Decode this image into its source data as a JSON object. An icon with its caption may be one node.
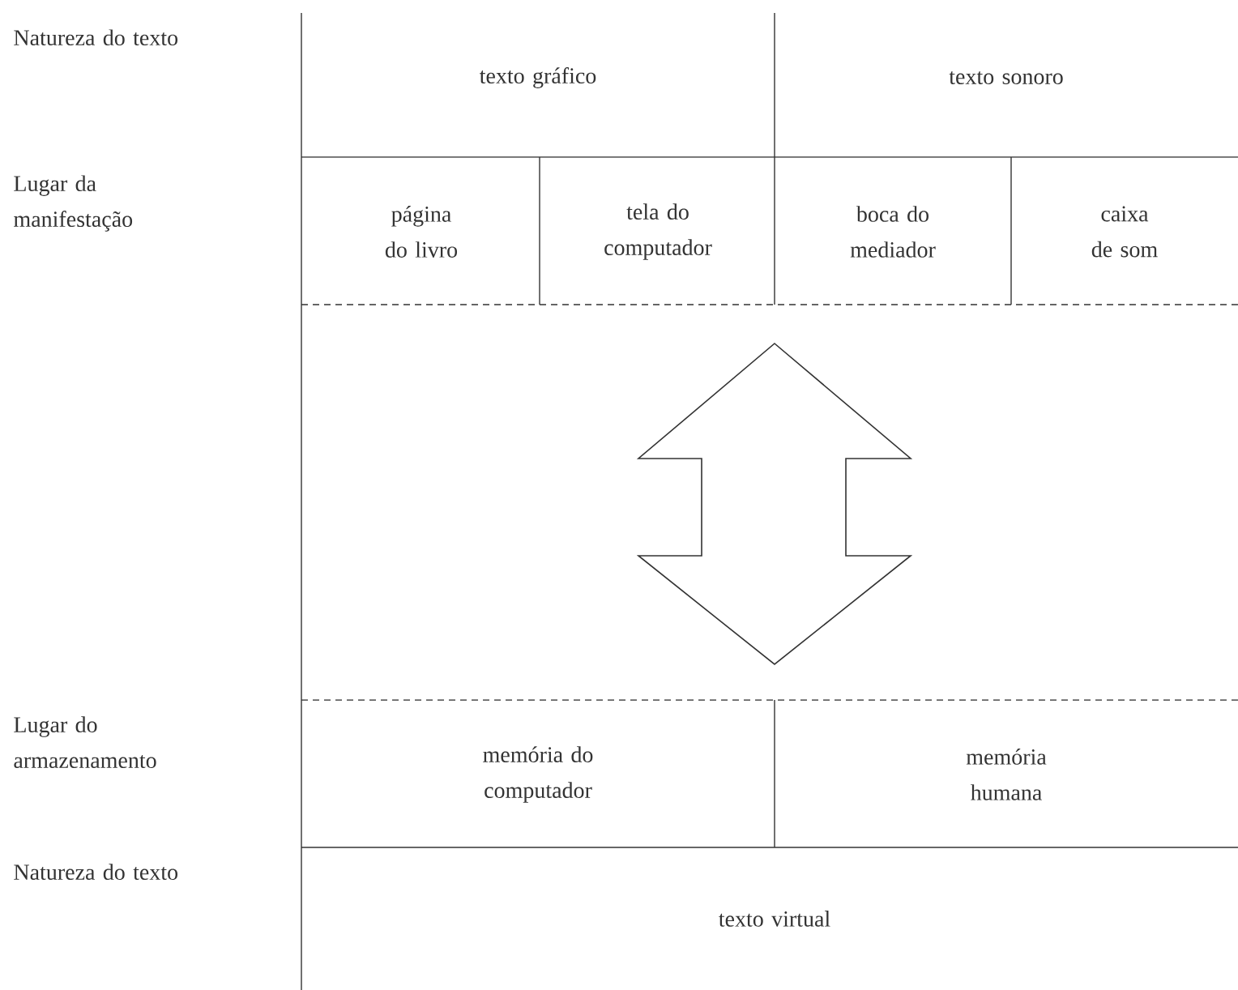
{
  "diagram": {
    "nodes": [
      {
        "text": [
          "texto gráfico"
        ]
      },
      {
        "text": [
          "texto sonoro"
        ]
      },
      {
        "text": [
          "página do livro"
        ]
      },
      {
        "text": [
          "tela do computador"
        ]
      },
      {
        "text": [
          "boca do mediador"
        ]
      },
      {
        "text": [
          "caixa de som"
        ]
      },
      {
        "text": [],
        "shape": "arrow"
      },
      {
        "text": [
          "memória do computador"
        ]
      },
      {
        "text": [
          "memória humana"
        ]
      },
      {
        "text": [
          "texto virtual"
        ]
      }
    ],
    "edges": [],
    "labels": [
      "Natureza do texto",
      "Lugar da manifestação",
      "Lugar do armazenamento",
      "Natureza do texto"
    ]
  }
}
